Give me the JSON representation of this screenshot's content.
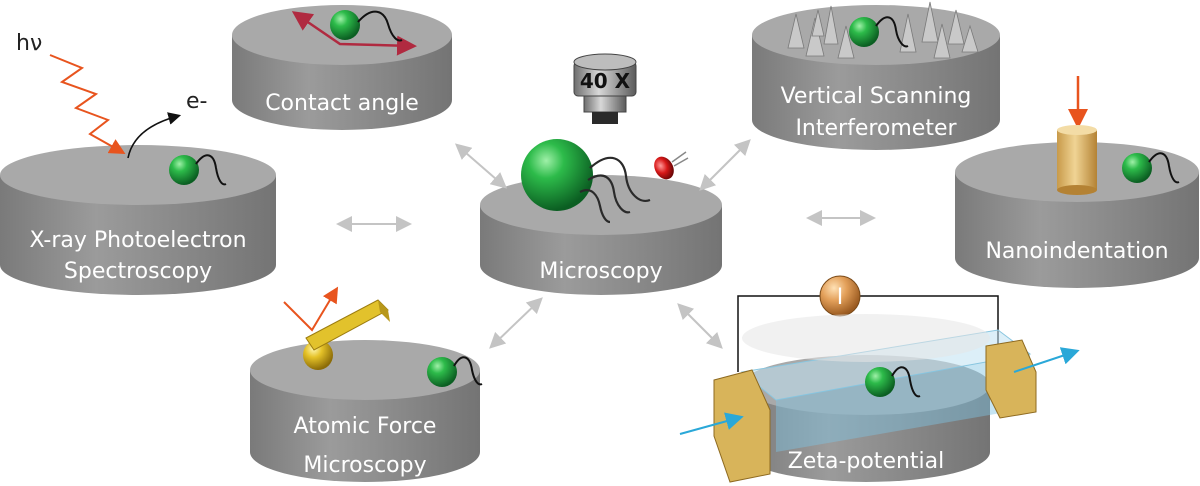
{
  "diagram": {
    "center": {
      "label": "Microscopy",
      "magnification": "40 X"
    },
    "techniques": {
      "contact_angle": "Contact angle",
      "xps_line1": "X-ray Photoelectron",
      "xps_line2": "Spectroscopy",
      "xps_photon": "hν",
      "xps_electron": "e-",
      "afm_line1": "Atomic Force",
      "afm_line2": "Microscopy",
      "vsi_line1": "Vertical Scanning",
      "vsi_line2": "Interferometer",
      "nanoindentation": "Nanoindentation",
      "zeta": "Zeta-potential",
      "current_symbol": "I"
    },
    "colors": {
      "disk_top": "#a8a8a8",
      "disk_side": "#8c8c8c",
      "particle": "#1f9a3c",
      "laser": "#e8541e",
      "flow": "#2aa8d8",
      "electrode": "#d8b45a",
      "arrow": "#c8c8c8"
    }
  }
}
